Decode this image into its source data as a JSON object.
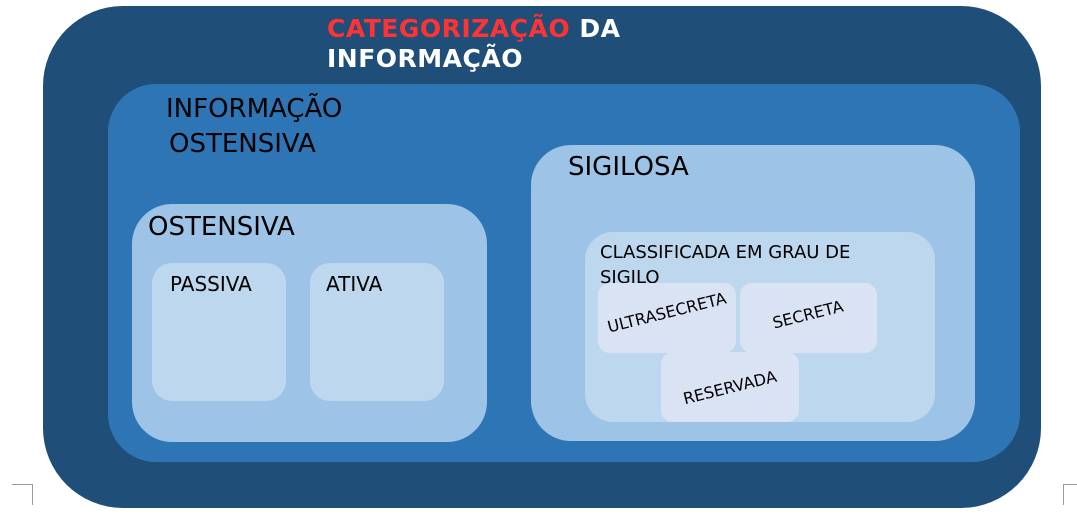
{
  "title": {
    "accent_text": "CATEGORIZAÇÃO",
    "rest_line1": " DA",
    "line2": "INFORMAÇÃO",
    "accent_color": "#ff3333",
    "text_color": "#ffffff"
  },
  "info_ostensiva": {
    "line1": "INFORMAÇÃO",
    "line2": "OSTENSIVA"
  },
  "ostensiva": {
    "label": "OSTENSIVA",
    "items": [
      {
        "label": "PASSIVA"
      },
      {
        "label": "ATIVA"
      }
    ]
  },
  "sigilosa": {
    "label": "SIGILOSA",
    "classificada": {
      "label": "CLASSIFICADA EM GRAU DE SIGILO",
      "grades": [
        {
          "label": "ULTRASECRETA"
        },
        {
          "label": "SECRETA"
        },
        {
          "label": "RESERVADA"
        }
      ]
    }
  },
  "colors": {
    "outer": "#1f4e79",
    "middle": "#2e75b6",
    "panel": "#9dc3e6",
    "leaf": "#bdd7ee",
    "grade": "#dae3f3"
  }
}
